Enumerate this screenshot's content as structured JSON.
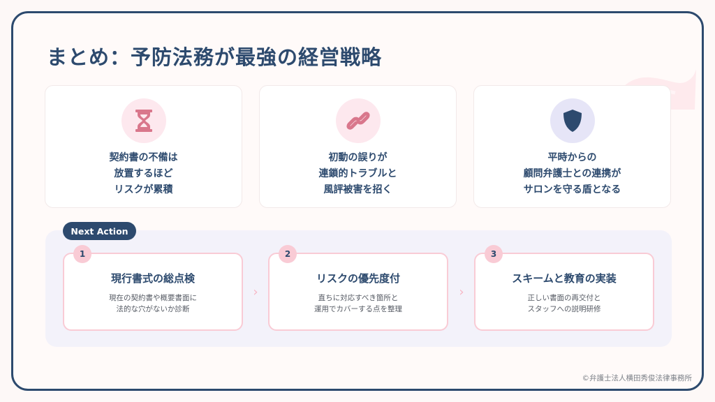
{
  "slide": {
    "title": "まとめ：予防法務が最強の経営戦略",
    "colors": {
      "navy": "#2d4a6e",
      "pink_accent": "#d9778c",
      "pink_light": "#fde8ee",
      "lavender_light": "#e6e5f7",
      "pink_border": "#f9cbd5",
      "panel_bg": "#f3f2fa",
      "background": "#fffaf9"
    }
  },
  "cards": [
    {
      "icon": "hourglass-icon",
      "lines": [
        "契約書の不備は",
        "放置するほど",
        "リスクが累積"
      ]
    },
    {
      "icon": "link-icon",
      "lines": [
        "初動の誤りが",
        "連鎖的トラブルと",
        "風評被害を招く"
      ]
    },
    {
      "icon": "shield-icon",
      "lines": [
        "平時からの",
        "顧問弁護士との連携が",
        "サロンを守る盾となる"
      ]
    }
  ],
  "next_action": {
    "badge": "Next Action",
    "steps": [
      {
        "number": "1",
        "title": "現行書式の総点検",
        "desc": [
          "現在の契約書や概要書面に",
          "法的な穴がないか診断"
        ]
      },
      {
        "number": "2",
        "title": "リスクの優先度付",
        "desc": [
          "直ちに対応すべき箇所と",
          "運用でカバーする点を整理"
        ]
      },
      {
        "number": "3",
        "title": "スキームと教育の実装",
        "desc": [
          "正しい書面の再交付と",
          "スタッフへの説明研修"
        ]
      }
    ],
    "arrow_icon": "chevron-right-icon",
    "arrow_glyph": "›"
  },
  "footer": {
    "copyright": "©弁護士法人横田秀俊法律事務所"
  }
}
